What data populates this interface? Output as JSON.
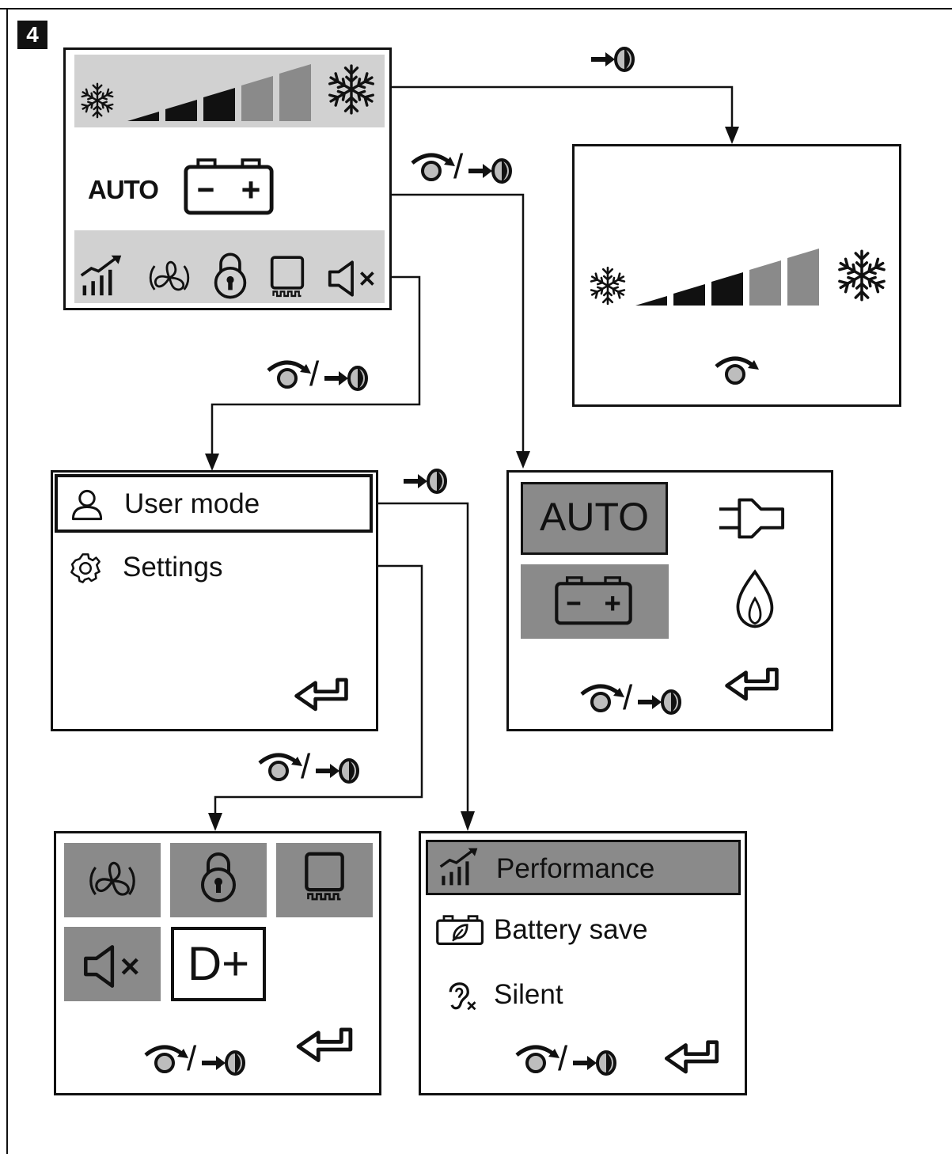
{
  "step_badge": "4",
  "main_screen": {
    "mode_label": "AUTO",
    "fan_level_filled": 3,
    "fan_level_total": 5,
    "icons": [
      "snowflake-small-icon",
      "fan-level-bars-icon",
      "snowflake-large-icon",
      "battery-icon",
      "performance-icon",
      "fan-icon",
      "lock-icon",
      "display-icon",
      "mute-icon"
    ]
  },
  "fan_speed_screen": {
    "fan_level_filled": 3,
    "fan_level_total": 5,
    "icons": [
      "snowflake-small-icon",
      "fan-level-bars-icon",
      "snowflake-large-icon",
      "rotary-knob-icon"
    ]
  },
  "menu_screen": {
    "items": [
      {
        "label": "User mode",
        "icon": "user-icon",
        "selected": true
      },
      {
        "label": "Settings",
        "icon": "gear-icon",
        "selected": false
      }
    ],
    "icons": [
      "return-arrow-icon"
    ]
  },
  "power_source_screen": {
    "auto_label": "AUTO",
    "icons": [
      "plug-icon",
      "battery-icon",
      "flame-icon",
      "rotary-knob-icon",
      "push-button-icon",
      "return-arrow-icon"
    ]
  },
  "settings_screen": {
    "dplus_label": "D+",
    "icons": [
      "fan-icon",
      "lock-icon",
      "display-icon",
      "mute-icon",
      "rotary-knob-icon",
      "push-button-icon",
      "return-arrow-icon"
    ]
  },
  "user_mode_screen": {
    "items": [
      {
        "label": "Performance",
        "icon": "performance-icon",
        "selected": true
      },
      {
        "label": "Battery save",
        "icon": "battery-leaf-icon",
        "selected": false
      },
      {
        "label": "Silent",
        "icon": "ear-mute-icon",
        "selected": false
      }
    ],
    "icons": [
      "rotary-knob-icon",
      "push-button-icon",
      "return-arrow-icon"
    ]
  },
  "colors": {
    "line": "#111111",
    "bar_light": "#d1d1d1",
    "tile": "#8a8a8a",
    "level_off": "#8a8a8a"
  }
}
